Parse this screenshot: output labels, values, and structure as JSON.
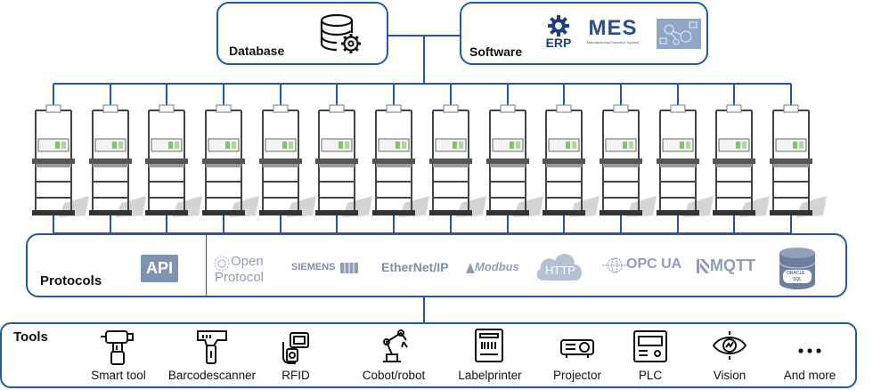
{
  "database": {
    "label": "Database",
    "icon": "database-gear-icon"
  },
  "software": {
    "label": "Software",
    "logos": [
      {
        "name": "erp-logo",
        "text": "ERP"
      },
      {
        "name": "mes-logo",
        "text": "MES",
        "subtext": "Manufacturing Execution System"
      },
      {
        "name": "network-graphic-logo",
        "text": ""
      }
    ]
  },
  "stations": {
    "count": 14,
    "icon": "assembly-workstation-icon"
  },
  "protocols": {
    "label": "Protocols",
    "items": [
      {
        "name": "api-logo",
        "text": "API"
      },
      {
        "name": "open-protocol-logo",
        "text": "Open",
        "text2": "Protocol"
      },
      {
        "name": "siemens-logo",
        "text": "SIEMENS"
      },
      {
        "name": "ethernet-ip-logo",
        "text": "EtherNet/IP"
      },
      {
        "name": "modbus-logo",
        "text": "Modbus"
      },
      {
        "name": "http-logo",
        "text": "HTTP"
      },
      {
        "name": "opc-ua-logo",
        "text": "OPC UA"
      },
      {
        "name": "mqtt-logo",
        "text": "MQTT"
      },
      {
        "name": "oracle-sql-logo",
        "text": "ORACLE",
        "text2": "SQL"
      }
    ]
  },
  "tools": {
    "label": "Tools",
    "items": [
      {
        "label": "Smart tool",
        "icon": "smart-tool-icon"
      },
      {
        "label": "Barcodescanner",
        "icon": "barcode-scanner-icon"
      },
      {
        "label": "RFID",
        "icon": "rfid-icon"
      },
      {
        "label": "Cobot/robot",
        "icon": "robot-arm-icon"
      },
      {
        "label": "Labelprinter",
        "icon": "label-printer-icon"
      },
      {
        "label": "Projector",
        "icon": "projector-icon"
      },
      {
        "label": "PLC",
        "icon": "plc-icon"
      },
      {
        "label": "Vision",
        "icon": "vision-eye-icon"
      },
      {
        "label": "And more",
        "icon": "more-dots-icon"
      }
    ]
  },
  "colors": {
    "line": "#2358a8",
    "logo_gray": "#8f9db6"
  }
}
